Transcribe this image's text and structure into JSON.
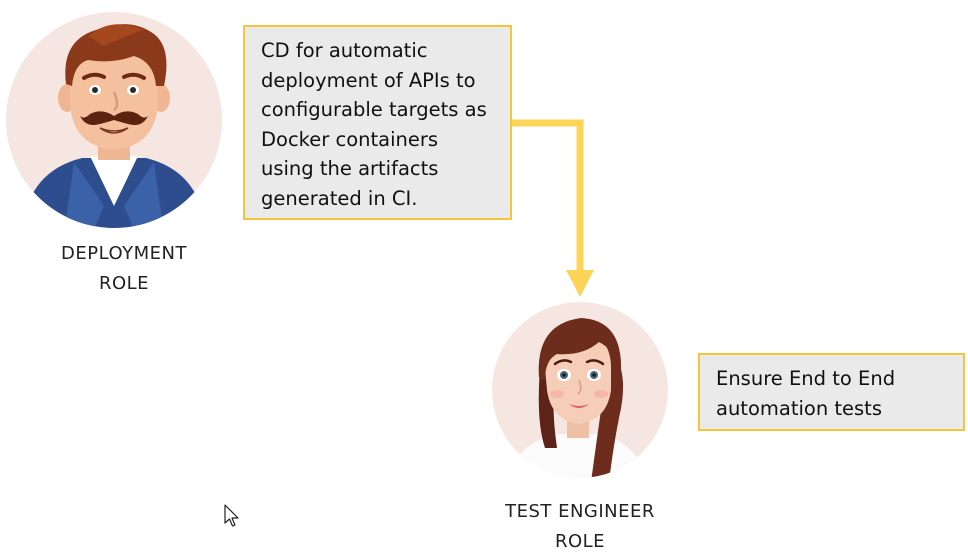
{
  "roles": [
    {
      "id": "deployment",
      "lines": [
        "DEPLOYMENT",
        "ROLE"
      ]
    },
    {
      "id": "test-engineer",
      "lines": [
        "TEST ENGINEER",
        "ROLE"
      ]
    }
  ],
  "callouts": [
    {
      "id": "cd",
      "lines": [
        "CD for automatic",
        "deployment of APIs to",
        "configurable targets as",
        "Docker containers",
        "using the artifacts",
        "generated in CI."
      ]
    },
    {
      "id": "e2e",
      "lines": [
        "Ensure End to End",
        "automation tests"
      ]
    }
  ],
  "colors": {
    "callout_border": "#f6c63a",
    "callout_fill": "#eaeaea",
    "arrow": "#fdd458",
    "avatar_bg": "#f6e6e2"
  },
  "icons": [
    "man-avatar-icon",
    "woman-avatar-icon",
    "mouse-cursor-icon"
  ]
}
